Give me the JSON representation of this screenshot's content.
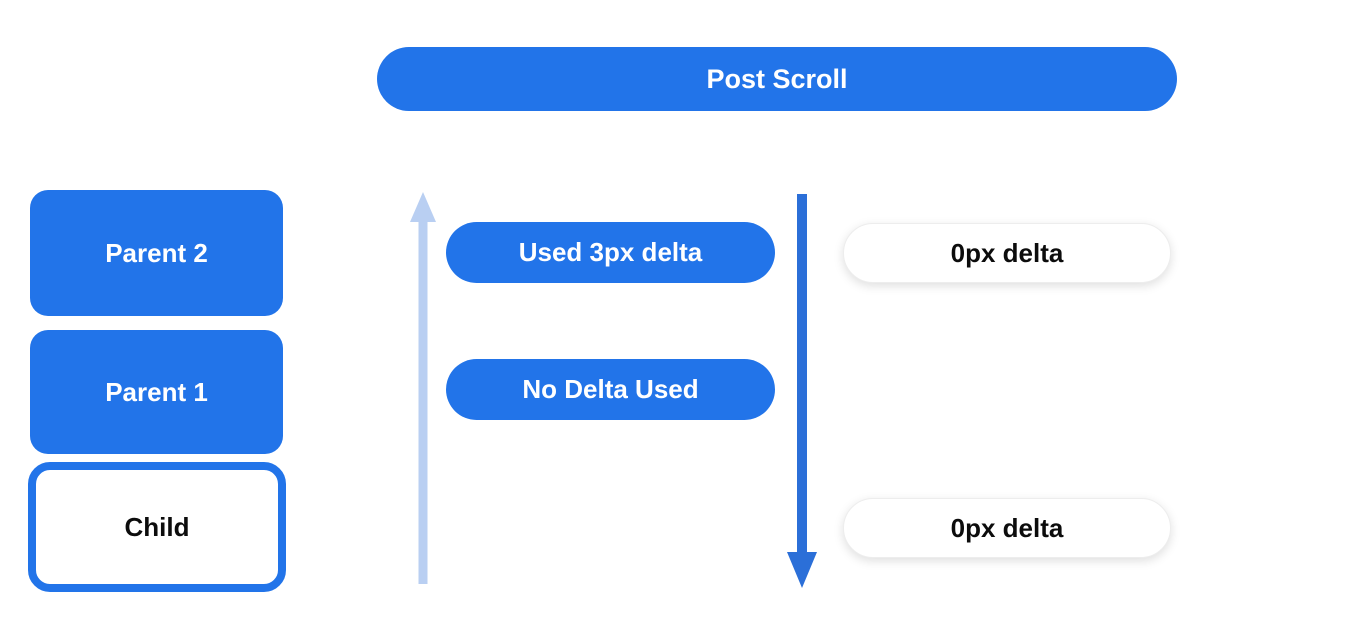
{
  "diagram": {
    "title": "Post Scroll",
    "left_stack": [
      {
        "label": "Parent 2",
        "style": "filled"
      },
      {
        "label": "Parent 1",
        "style": "filled"
      },
      {
        "label": "Child",
        "style": "outlined"
      }
    ],
    "delta_pills": [
      {
        "label": "Used 3px delta"
      },
      {
        "label": "No Delta Used"
      }
    ],
    "result_pills": [
      {
        "label": "0px delta"
      },
      {
        "label": "0px delta"
      }
    ],
    "arrows": [
      {
        "name": "scroll-up-arrow",
        "direction": "up",
        "color": "#b9cff2"
      },
      {
        "name": "scroll-down-arrow",
        "direction": "down",
        "color": "#2b6fd8"
      }
    ],
    "colors": {
      "primary_blue": "#2274e9",
      "up_arrow_blue": "#b9cff2",
      "down_arrow_blue": "#2b6fd8",
      "background": "#ffffff",
      "dark_text": "#0c0c0c",
      "white_text": "#ffffff"
    }
  }
}
